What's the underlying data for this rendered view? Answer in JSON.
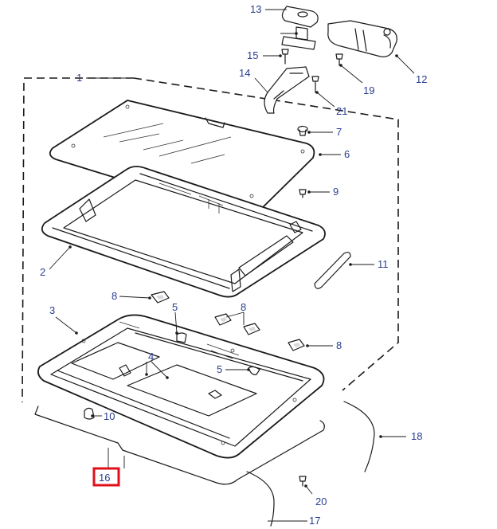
{
  "diagram": {
    "callouts": [
      {
        "id": "c1",
        "label": "1"
      },
      {
        "id": "c2",
        "label": "2"
      },
      {
        "id": "c3",
        "label": "3"
      },
      {
        "id": "c4",
        "label": "4"
      },
      {
        "id": "c5a",
        "label": "5"
      },
      {
        "id": "c5b",
        "label": "5"
      },
      {
        "id": "c6",
        "label": "6"
      },
      {
        "id": "c7",
        "label": "7"
      },
      {
        "id": "c8a",
        "label": "8"
      },
      {
        "id": "c8b",
        "label": "8"
      },
      {
        "id": "c8c",
        "label": "8"
      },
      {
        "id": "c9",
        "label": "9"
      },
      {
        "id": "c10",
        "label": "10"
      },
      {
        "id": "c11",
        "label": "11"
      },
      {
        "id": "c12",
        "label": "12"
      },
      {
        "id": "c13",
        "label": "13"
      },
      {
        "id": "c14",
        "label": "14"
      },
      {
        "id": "c15",
        "label": "15"
      },
      {
        "id": "c16",
        "label": "16"
      },
      {
        "id": "c17",
        "label": "17"
      },
      {
        "id": "c18",
        "label": "18"
      },
      {
        "id": "c19",
        "label": "19"
      },
      {
        "id": "c20",
        "label": "20"
      },
      {
        "id": "c21",
        "label": "21"
      }
    ],
    "highlighted_callout": "16",
    "colors": {
      "callout_text": "#2a3f8f",
      "line_art": "#1a1a1a",
      "highlight_box": "#e0101a",
      "background": "#ffffff"
    }
  }
}
